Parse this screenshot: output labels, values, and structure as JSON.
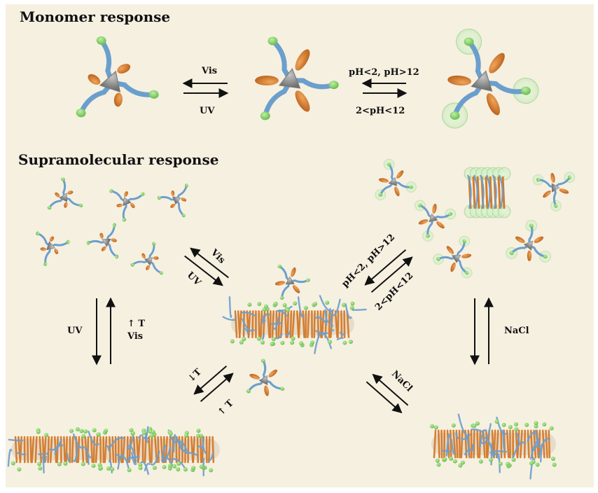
{
  "headings": {
    "monomer": "Monomer response",
    "supramolecular": "Supramolecular response"
  },
  "labels": {
    "monomer_vis": "Vis",
    "monomer_uv": "UV",
    "monomer_ph_forward": "pH<2, pH>12",
    "monomer_ph_back": "2<pH<12",
    "supra_vis": "Vis",
    "supra_uv": "UV",
    "supra_ph_forward": "pH<2, pH>12",
    "supra_ph_back": "2<pH<12",
    "left_uv": "UV",
    "left_temp_up": "↑ T",
    "left_vis": "Vis",
    "bottom_temp_down": "↓T",
    "bottom_temp_up": "↑ T",
    "nacl_diag": "NaCl",
    "nacl_vertical": "NaCl"
  },
  "colors": {
    "background": "#f6f0e1",
    "core": "#8c8c8c",
    "arm_blue": "#6a9fcd",
    "arm_tip_green": "#8bd16f",
    "azo_orange": "#d57a2a",
    "halo_green": "#c8ecc0",
    "arrow": "#111111"
  }
}
